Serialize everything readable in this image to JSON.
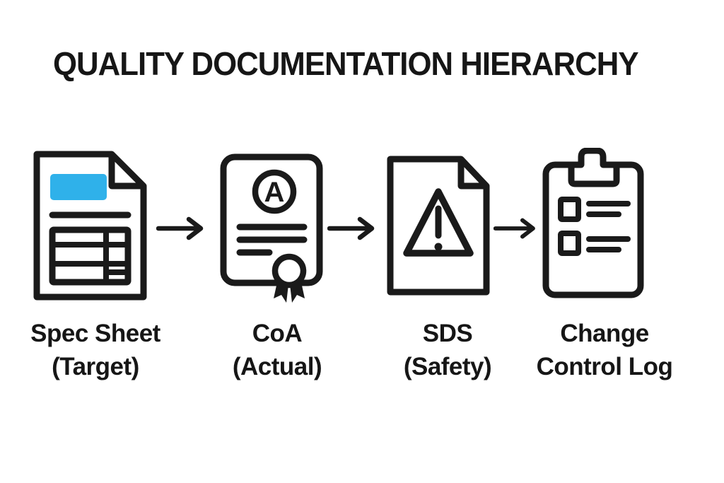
{
  "title": "QUALITY DOCUMENTATION HIERARCHY",
  "colors": {
    "ink": "#1a1a1a",
    "accent_blue": "#2fb1ea",
    "background": "#ffffff"
  },
  "flow": {
    "connector": "right-arrow",
    "items": [
      {
        "id": "spec-sheet",
        "icon": "spec-sheet-document-icon",
        "label_line1": "Spec Sheet",
        "label_line2": "(Target)"
      },
      {
        "id": "coa",
        "icon": "certificate-icon",
        "certificate_letter": "A",
        "label_line1": "CoA",
        "label_line2": "(Actual)"
      },
      {
        "id": "sds",
        "icon": "warning-document-icon",
        "label_line1": "SDS",
        "label_line2": "(Safety)"
      },
      {
        "id": "change-control-log",
        "icon": "clipboard-checklist-icon",
        "label_line1": "Change",
        "label_line2": "Control Log"
      }
    ]
  }
}
